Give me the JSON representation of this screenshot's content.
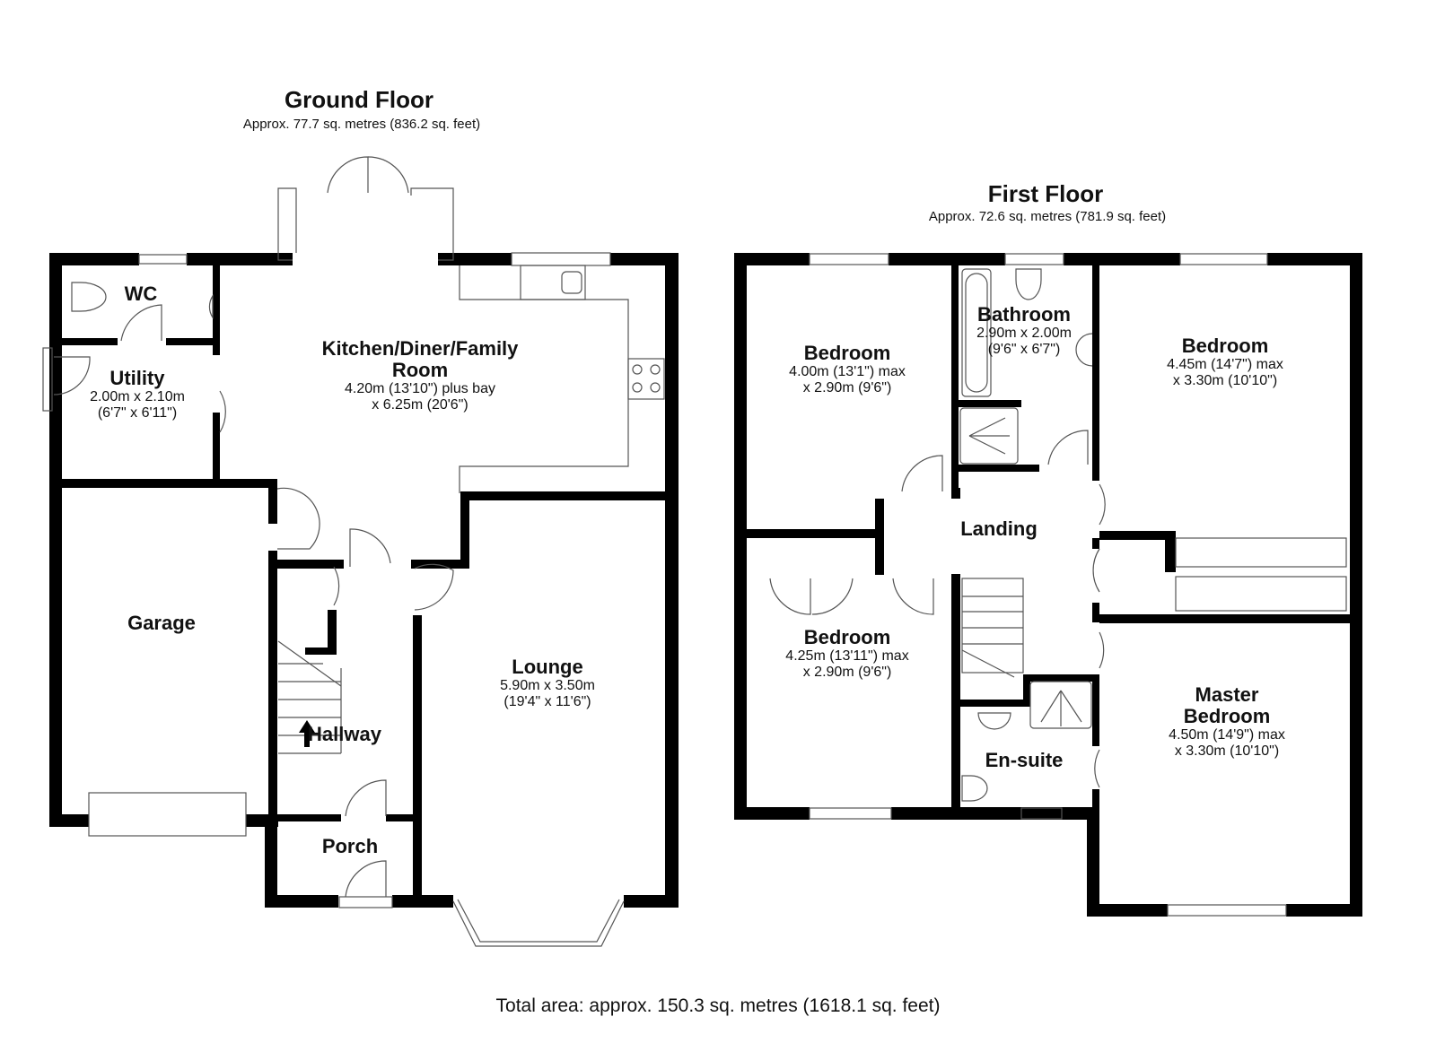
{
  "ground_floor": {
    "title": "Ground Floor",
    "area": "Approx. 77.7 sq. metres (836.2 sq. feet)",
    "rooms": {
      "wc": {
        "name": "WC"
      },
      "utility": {
        "name": "Utility",
        "dim1": "2.00m x 2.10m",
        "dim2": "(6'7\" x 6'11\")"
      },
      "kitchen": {
        "name1": "Kitchen/Diner/Family",
        "name2": "Room",
        "dim1": "4.20m (13'10\") plus bay",
        "dim2": "x 6.25m (20'6\")"
      },
      "garage": {
        "name": "Garage"
      },
      "lounge": {
        "name": "Lounge",
        "dim1": "5.90m x 3.50m",
        "dim2": "(19'4\" x 11'6\")"
      },
      "hallway": {
        "name": "Hallway"
      },
      "porch": {
        "name": "Porch"
      }
    }
  },
  "first_floor": {
    "title": "First Floor",
    "area": "Approx. 72.6 sq. metres (781.9 sq. feet)",
    "rooms": {
      "bedroom_front_left": {
        "name": "Bedroom",
        "dim1": "4.00m (13'1\") max",
        "dim2": "x 2.90m (9'6\")"
      },
      "bathroom": {
        "name": "Bathroom",
        "dim1": "2.90m x 2.00m",
        "dim2": "(9'6\" x 6'7\")"
      },
      "bedroom_front_right": {
        "name": "Bedroom",
        "dim1": "4.45m (14'7\") max",
        "dim2": "x 3.30m (10'10\")"
      },
      "landing": {
        "name": "Landing"
      },
      "bedroom_rear_left": {
        "name": "Bedroom",
        "dim1": "4.25m (13'11\") max",
        "dim2": "x 2.90m (9'6\")"
      },
      "master_bedroom": {
        "name1": "Master",
        "name2": "Bedroom",
        "dim1": "4.50m (14'9\") max",
        "dim2": "x 3.30m (10'10\")"
      },
      "ensuite": {
        "name": "En-suite"
      }
    }
  },
  "total_area": "Total area: approx. 150.3 sq. metres (1618.1 sq. feet)",
  "colors": {
    "wall": "#000000",
    "fixture_line": "#555555",
    "background": "#ffffff"
  }
}
